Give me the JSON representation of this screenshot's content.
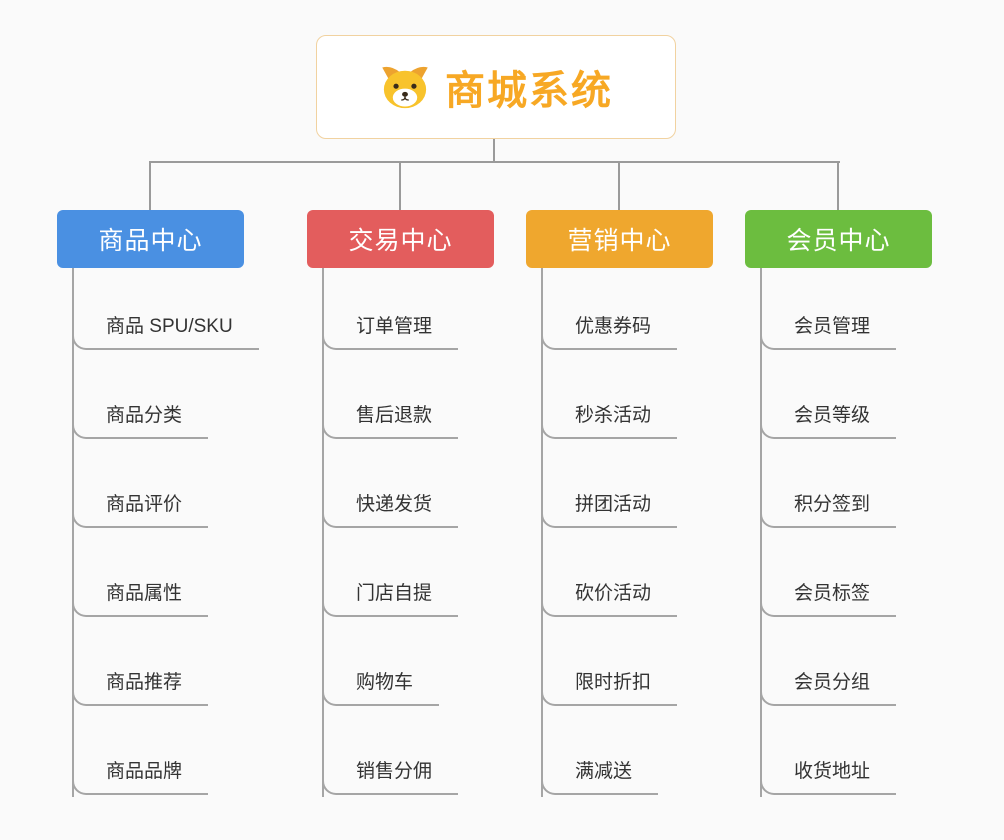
{
  "background": "#fafafa",
  "connector_color": "#9a9a9a",
  "underline_color": "#a5a5a5",
  "root": {
    "title": "商城系统",
    "title_color": "#f7a824",
    "border_color": "#f1d2a0",
    "icon": "dog-face-icon"
  },
  "branches": [
    {
      "label": "商品中心",
      "color": "#4a90e2",
      "children": [
        "商品 SPU/SKU",
        "商品分类",
        "商品评价",
        "商品属性",
        "商品推荐",
        "商品品牌"
      ]
    },
    {
      "label": "交易中心",
      "color": "#e35d5d",
      "children": [
        "订单管理",
        "售后退款",
        "快递发货",
        "门店自提",
        "购物车",
        "销售分佣"
      ]
    },
    {
      "label": "营销中心",
      "color": "#efa72e",
      "children": [
        "优惠券码",
        "秒杀活动",
        "拼团活动",
        "砍价活动",
        "限时折扣",
        "满减送"
      ]
    },
    {
      "label": "会员中心",
      "color": "#6cbd3f",
      "children": [
        "会员管理",
        "会员等级",
        "积分签到",
        "会员标签",
        "会员分组",
        "收货地址"
      ]
    }
  ]
}
